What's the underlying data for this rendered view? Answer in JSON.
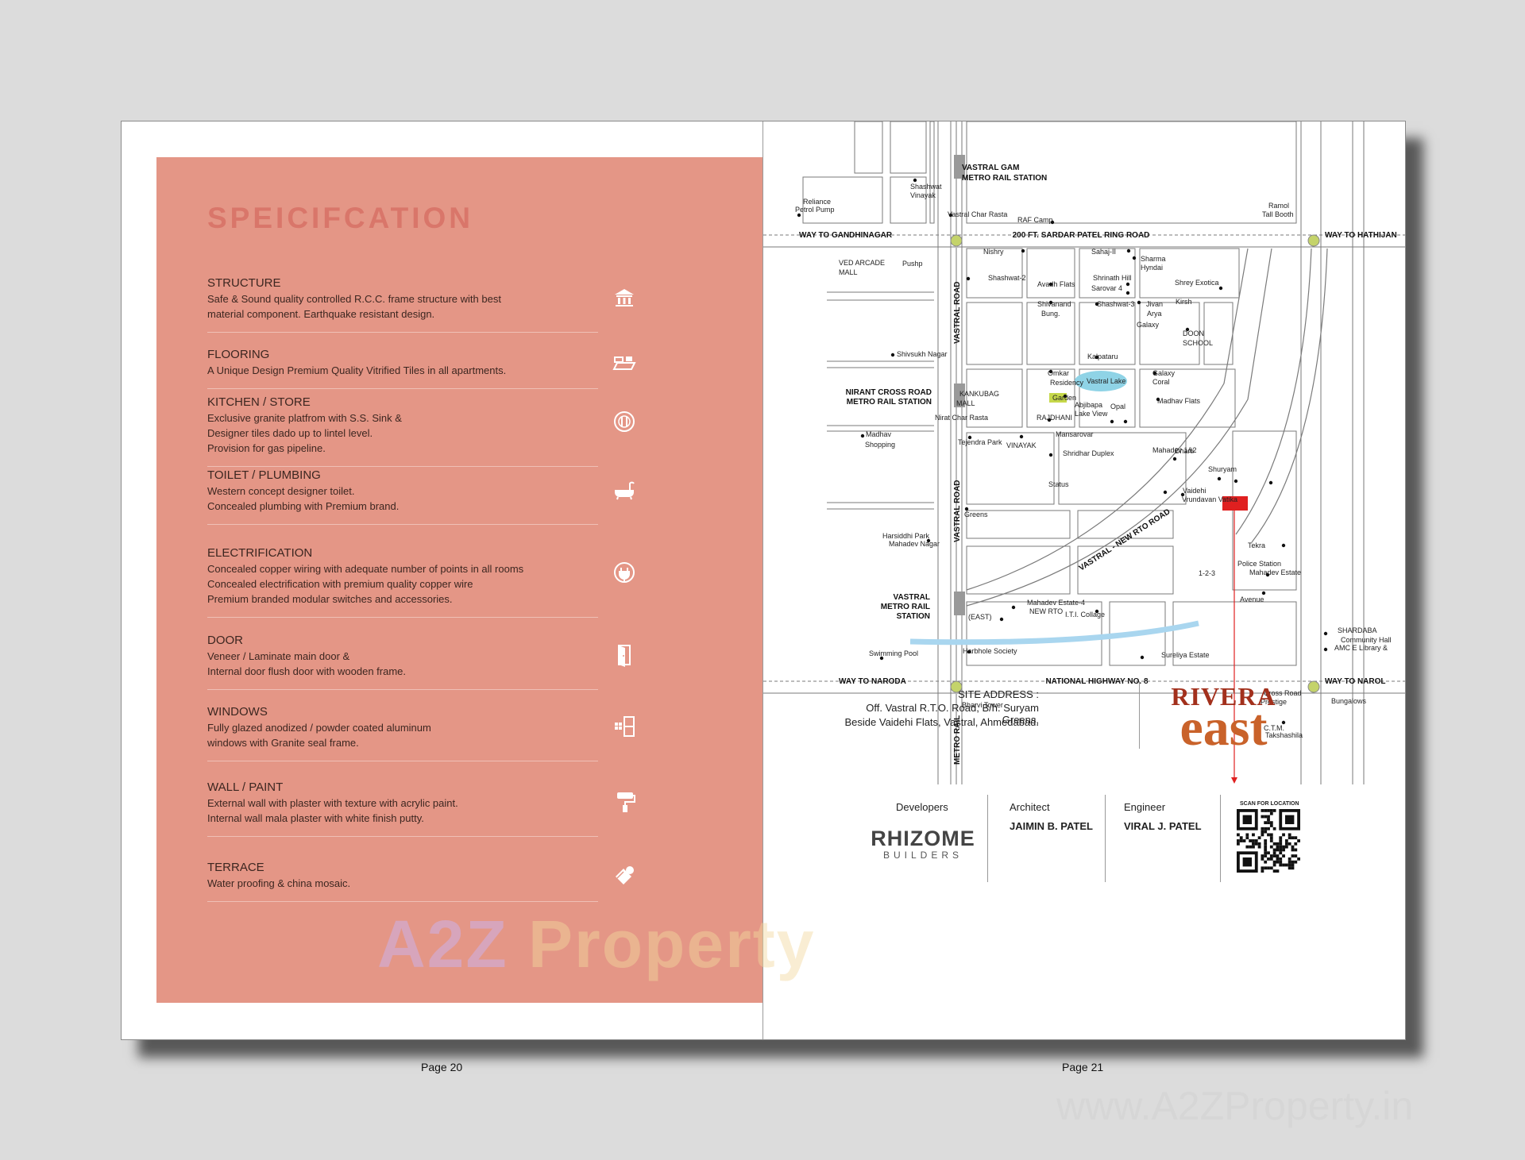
{
  "left_page": {
    "title": "SPEICIFCATION",
    "items": [
      {
        "heading": "STRUCTURE",
        "lines": [
          "Safe & Sound quality controlled R.C.C. frame structure with best",
          "material component. Earthquake resistant design."
        ],
        "icon": "building-icon"
      },
      {
        "heading": "FLOORING",
        "lines": [
          "A Unique Design Premium Quality Vitrified Tiles in all apartments."
        ],
        "icon": "floor-tiles-icon"
      },
      {
        "heading": "KITCHEN / STORE",
        "lines": [
          "Exclusive granite platfrom with S.S. Sink &",
          "Designer tiles dado up to lintel level.",
          "Provision for gas pipeline."
        ],
        "icon": "plate-cutlery-icon"
      },
      {
        "heading": "TOILET / PLUMBING",
        "lines": [
          "Western concept designer toilet.",
          "Concealed plumbing with Premium brand."
        ],
        "icon": "bathtub-icon"
      },
      {
        "heading": "ELECTRIFICATION",
        "lines": [
          "Concealed copper wiring with adequate number of points in all rooms",
          "Concealed electrification with premium quality copper wire",
          "Premium branded modular switches and accessories."
        ],
        "icon": "plug-icon"
      },
      {
        "heading": "DOOR",
        "lines": [
          "Veneer / Laminate main door &",
          "Internal door flush door with wooden frame."
        ],
        "icon": "door-icon"
      },
      {
        "heading": "WINDOWS",
        "lines": [
          "Fully glazed anodized / powder coated aluminum",
          "windows with Granite seal frame."
        ],
        "icon": "window-icon"
      },
      {
        "heading": "WALL / PAINT",
        "lines": [
          "External wall with plaster with texture with acrylic paint.",
          "Internal wall mala plaster with white finish putty."
        ],
        "icon": "paint-roller-icon"
      },
      {
        "heading": "TERRACE",
        "lines": [
          "Water proofing & china mosaic."
        ],
        "icon": "paint-bucket-icon"
      }
    ],
    "watermark": {
      "part1": "A2Z ",
      "part2": "Property"
    },
    "page_number": "Page 20"
  },
  "map": {
    "roads": [
      "200 FT. SARDAR PATEL RING ROAD",
      "NATIONAL HIGHWAY NO. 8",
      "VASTRAL ROAD",
      "VASTRAL - NEW RTO ROAD",
      "METRO RAIL"
    ],
    "directions": [
      "WAY TO GANDHINAGAR",
      "WAY TO HATHIJAN",
      "WAY TO NARODA",
      "WAY TO NAROL"
    ],
    "stations": [
      "VASTRAL GAM",
      "METRO RAIL STATION",
      "NIRANT CROSS ROAD",
      "METRO RAIL STATION",
      "VASTRAL",
      "METRO RAIL",
      "STATION"
    ],
    "landmarks": [
      "Reliance",
      "Petrol Pump",
      "Shashwat",
      "Vinayak",
      "Vastral Char Rasta",
      "RAF Camp",
      "Ramol",
      "Tall Booth",
      "VED ARCADE",
      "MALL",
      "Pushp",
      "Nishry",
      "Sahaj-II",
      "Sharma",
      "Hyndai",
      "Shashwat-2",
      "Avadh Flats",
      "Shrinath Hill",
      "Sarovar 4",
      "Shrey Exotica",
      "Shivanand",
      "Bung.",
      "Shashwat-3",
      "Jivan",
      "Arya",
      "Kirsh",
      "Galaxy",
      "DOON",
      "SCHOOL",
      "Shivsukh Nagar",
      "Kalpataru",
      "Omkar",
      "Residency",
      "Vastral Lake",
      "Galaxy",
      "Coral",
      "KANKUBAG",
      "MALL",
      "Garden",
      "Abjibapa",
      "Lake View",
      "Opal",
      "Madhav Flats",
      "Nirat Char Rasta",
      "RAJDHANI",
      "Madhav",
      "Shopping",
      "Tejendra Park",
      "VINAYAK",
      "Mansarovar",
      "Shridhar Duplex",
      "Mahadev 1&2",
      "Dharti",
      "Status",
      "Vaidehi",
      "Vrundavan Vatika",
      "Shuryam",
      "Greens",
      "Harsiddhi Park",
      "Mahadev Nagar",
      "Tekra",
      "Police Station",
      "Mahadev Estate",
      "1-2-3",
      "Avenue",
      "Mahadev Estate-4",
      "NEW RTO",
      "(EAST)",
      "I.T.I. Collage",
      "SHARDABA",
      "Community Hall",
      "AMC E Library &",
      "Swimming Pool",
      "Harbhole Society",
      "Sureliya Estate",
      "Bharvi Tower",
      "Cross Road",
      "Prestige",
      "Bungalows",
      "C.T.M.",
      "Takshashila",
      "Greens"
    ]
  },
  "site": {
    "label": "SITE ADDRESS :",
    "line1": "Off. Vastral R.T.O. Road, B/h. Suryam Greens,",
    "line2": "Beside Vaidehi Flats, Vastral, Ahmedabad."
  },
  "brand": {
    "line1": "RIVERA",
    "line2": "east"
  },
  "credits": {
    "developers_label": "Developers",
    "developer_logo_1": "RHIZOME",
    "developer_logo_2": "BUILDERS",
    "architect_label": "Architect",
    "architect_name": "JAIMIN B. PATEL",
    "engineer_label": "Engineer",
    "engineer_name": "VIRAL J. PATEL",
    "qr_label": "SCAN FOR LOCATION"
  },
  "right_page_number": "Page 21",
  "site_watermark": "www.A2ZProperty.in",
  "colors": {
    "panel": "#e49686",
    "title": "#d9766a",
    "site_marker": "#e02020",
    "lake": "#8fd3e6",
    "metro_line": "#7fb8e0"
  }
}
